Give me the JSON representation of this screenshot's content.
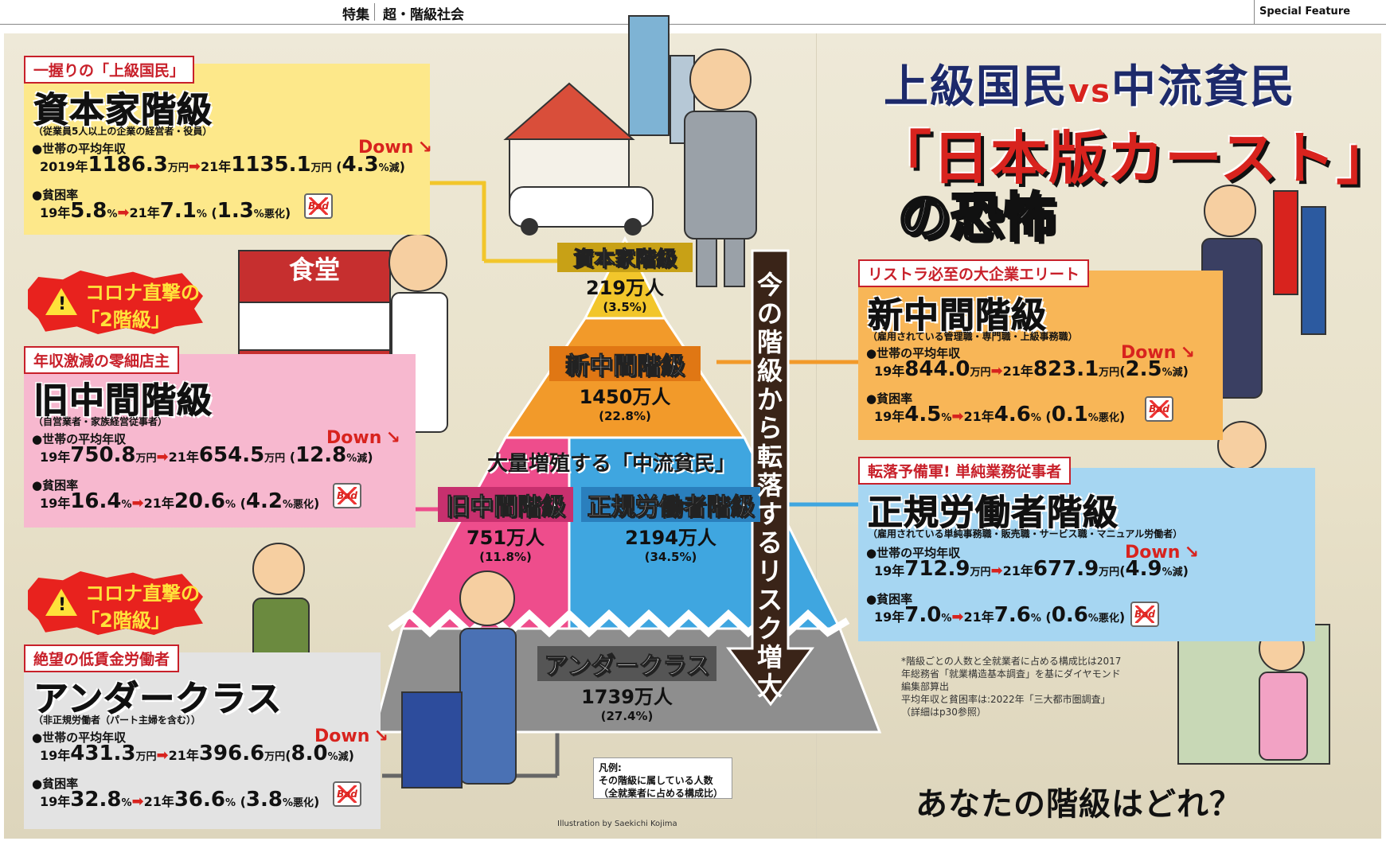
{
  "header": {
    "section": "特集",
    "subtitle": "超・階級社会",
    "tag": "Special Feature"
  },
  "title": {
    "line1_a": "上級国民",
    "line1_vs": "vs",
    "line1_b": "中流貧民",
    "line2": "「日本版カースト」",
    "line3": "の恐怖"
  },
  "question": "あなたの階級はどれ？",
  "risk_arrow": "今の階級から転落するリスク増大",
  "masses_label": "大量増殖する「中流貧民」",
  "note": [
    "*階級ごとの人数と全就業者に占める構成比は2017",
    "年総務省「就業構造基本調査」を基にダイヤモンド",
    "編集部算出",
    "平均年収と貧困率は:2022年「三大都市圏調査」",
    "（詳細はp30参照）"
  ],
  "legend": {
    "title": "凡例:",
    "line1": "その階級に属している人数",
    "line2": "（全就業者に占める構成比）"
  },
  "credit": "Illustration by Saekichi Kojima",
  "corona": {
    "line1": "コロナ直撃の",
    "line2": "「2階級」"
  },
  "common": {
    "income_label": "●世帯の平均年収",
    "poverty_label": "●貧困率",
    "down": "Down",
    "bad": "Bad",
    "arrow": "➡"
  },
  "classes": {
    "capitalist": {
      "tag": "一握りの「上級国民」",
      "name": "資本家階級",
      "desc": "（従業員5人以上の企業の経営者・役員）",
      "income": {
        "y1": "2019年",
        "v1": "1186.3",
        "u": "万円",
        "y2": "21年",
        "v2": "1135.1",
        "chg": "4.3",
        "chg_u": "%減"
      },
      "poverty": {
        "y1": "19年",
        "v1": "5.8",
        "u": "%",
        "y2": "21年",
        "v2": "7.1",
        "chg": "1.3",
        "chg_u": "%悪化"
      }
    },
    "old_middle": {
      "tag": "年収激減の零細店主",
      "name": "旧中間階級",
      "desc": "（自営業者・家族経営従事者）",
      "income": {
        "y1": "19年",
        "v1": "750.8",
        "u": "万円",
        "y2": "21年",
        "v2": "654.5",
        "chg": "12.8",
        "chg_u": "%減"
      },
      "poverty": {
        "y1": "19年",
        "v1": "16.4",
        "u": "%",
        "y2": "21年",
        "v2": "20.6",
        "chg": "4.2",
        "chg_u": "%悪化"
      }
    },
    "underclass": {
      "tag": "絶望の低賃金労働者",
      "name": "アンダークラス",
      "desc": "（非正規労働者（パート主婦を含む））",
      "income": {
        "y1": "19年",
        "v1": "431.3",
        "u": "万円",
        "y2": "21年",
        "v2": "396.6",
        "chg": "8.0",
        "chg_u": "%減"
      },
      "poverty": {
        "y1": "19年",
        "v1": "32.8",
        "u": "%",
        "y2": "21年",
        "v2": "36.6",
        "chg": "3.8",
        "chg_u": "%悪化"
      }
    },
    "new_middle": {
      "tag": "リストラ必至の大企業エリート",
      "name": "新中間階級",
      "desc": "（雇用されている管理職・専門職・上級事務職）",
      "income": {
        "y1": "19年",
        "v1": "844.0",
        "u": "万円",
        "y2": "21年",
        "v2": "823.1",
        "chg": "2.5",
        "chg_u": "%減"
      },
      "poverty": {
        "y1": "19年",
        "v1": "4.5",
        "u": "%",
        "y2": "21年",
        "v2": "4.6",
        "chg": "0.1",
        "chg_u": "%悪化"
      }
    },
    "regular": {
      "tag": "転落予備軍! 単純業務従事者",
      "name": "正規労働者階級",
      "desc": "（雇用されている単純事務職・販売職・サービス職・マニュアル労働者）",
      "income": {
        "y1": "19年",
        "v1": "712.9",
        "u": "万円",
        "y2": "21年",
        "v2": "677.9",
        "chg": "4.9",
        "chg_u": "%減"
      },
      "poverty": {
        "y1": "19年",
        "v1": "7.0",
        "u": "%",
        "y2": "21年",
        "v2": "7.6",
        "chg": "0.6",
        "chg_u": "%悪化"
      }
    }
  },
  "pyramid": [
    {
      "name": "資本家階級",
      "count": "219万人",
      "pct": "(3.5%)",
      "color": "#f2c62b"
    },
    {
      "name": "新中間階級",
      "count": "1450万人",
      "pct": "(22.8%)",
      "color": "#f29a2a"
    },
    {
      "name": "旧中間階級",
      "count": "751万人",
      "pct": "(11.8%)",
      "color": "#ee4d8c"
    },
    {
      "name": "正規労働者階級",
      "count": "2194万人",
      "pct": "(34.5%)",
      "color": "#3fa6e0"
    },
    {
      "name": "アンダークラス",
      "count": "1739万人",
      "pct": "(27.4%)",
      "color": "#8e8e8e"
    }
  ]
}
